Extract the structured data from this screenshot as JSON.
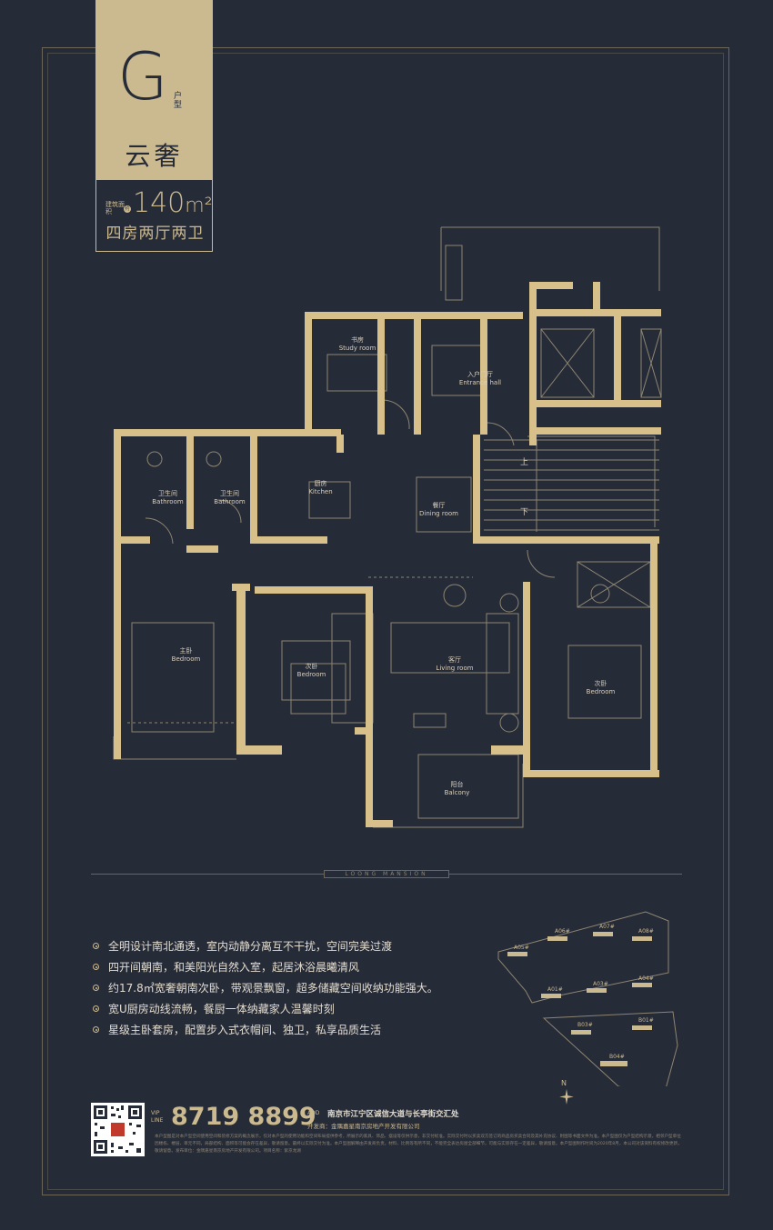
{
  "unit": {
    "letter": "G",
    "letter_sub": "户型",
    "name": "云奢",
    "area_label": "建筑面积",
    "area_mark": "约",
    "area_value": "140",
    "area_unit": "m²",
    "rooms": "四房两厅两卫"
  },
  "floorplan": {
    "rooms": [
      {
        "cn": "书房",
        "en": "Study room"
      },
      {
        "cn": "入户门厅",
        "en": "Entrance hall"
      },
      {
        "cn": "卫生间",
        "en": "Bathroom"
      },
      {
        "cn": "卫生间",
        "en": "Bathroom"
      },
      {
        "cn": "厨房",
        "en": "Kitchen"
      },
      {
        "cn": "餐厅",
        "en": "Dining room"
      },
      {
        "cn": "主卧",
        "en": "Bedroom"
      },
      {
        "cn": "次卧",
        "en": "Bedroom"
      },
      {
        "cn": "客厅",
        "en": "Living room"
      },
      {
        "cn": "次卧",
        "en": "Bedroom"
      },
      {
        "cn": "阳台",
        "en": "Balcony"
      }
    ],
    "stair_up": "上",
    "stair_down": "下"
  },
  "brand_line": "LOONG MANSION",
  "features": [
    "全明设计南北通透，室内动静分离互不干扰，空间完美过渡",
    "四开间朝南，和美阳光自然入室，起居沐浴晨曦清风",
    "约17.8㎡宽奢朝南次卧，带观景飘窗，超多储藏空间收纳功能强大。",
    "宽U厨房动线流畅，餐厨一体纳藏家人温馨时刻",
    "星级主卧套房，配置步入式衣帽间、独卫，私享品质生活"
  ],
  "sitemap": {
    "buildings": [
      "A06#",
      "A07#",
      "A08#",
      "A05#",
      "A01#",
      "A03#",
      "A04#",
      "B03#",
      "B01#",
      "B04#"
    ],
    "north": "N"
  },
  "contact": {
    "vip_label": "VIP LINE",
    "phone": "8719 8899",
    "add_label": "ADD",
    "address": "南京市江宁区诚信大道与长亭街交汇处",
    "developer": "开发商：金隅嘉星南京房地产开发有限公司",
    "disclaimer": "本户型图是对本户型空间使用空间和装修方案的概念展示，仅对本户型的使用功能和空间布局提供参考，所展示的家具、饰品、摆设等仅供示意，非交付标准。实际交付时以买卖双方签订的商品房买卖合同及其补充协议、附图等书面文件为准。本户型图仅为户型结构示意，相邻户型单位因楼栋、楼层、单元不同，局部结构、面积等可能会存在差异，敬请留意。最终以实际交付为准。本户型图解释由开发商负责。材料、比例等有所不同，不能完全表达房屋全部细节，可能与实际存在一定差异，敬请留意。本户型图制作时间为2020年8月，本公司对该资料有权修改更新，敬请留意。发布单位：金隅嘉星南京房地产开发有限公司。项目名称：紫京龙湖"
  },
  "colors": {
    "background": "#262b38",
    "gold": "#cbb98f",
    "wall": "#d8c08a"
  }
}
